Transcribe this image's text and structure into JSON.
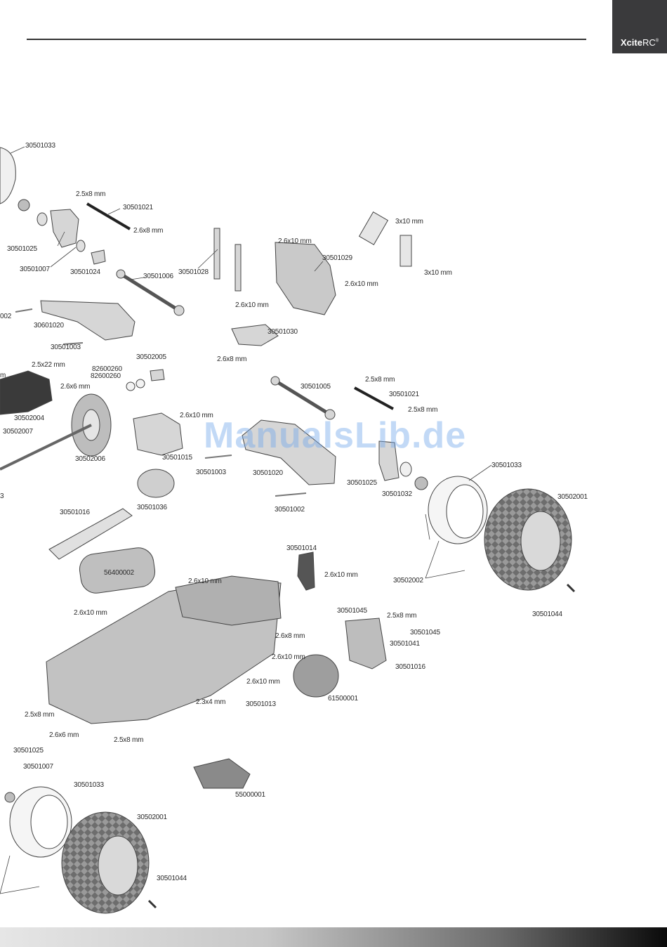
{
  "brand": {
    "name_bold": "Xcite",
    "name_light": "RC",
    "mark": "®"
  },
  "watermark": "ManualsLib.de",
  "labels": [
    "30501033",
    "2.5x8 mm",
    "30501021",
    "2.6x8 mm",
    "30501025",
    "30501007",
    "30501024",
    "30501006",
    "30501028",
    "2.6x10 mm",
    "2.6x10 mm",
    "30501029",
    "2.6x10 mm",
    "3x10 mm",
    "3x10 mm",
    "002",
    "30601020",
    "30501030",
    "30501003",
    "2.6x8 mm",
    "2.5x22 mm",
    "m",
    "2.6x6 mm",
    "82600260",
    "82600260",
    "30502005",
    "30502004",
    "30502007",
    "30502006",
    "2.6x10 mm",
    "30501015",
    "30501003",
    "30501005",
    "2.5x8 mm",
    "30501021",
    "2.5x8 mm",
    "30501020",
    "30501025",
    "30501032",
    "30501033",
    "30502001",
    "30501036",
    "30501002",
    "3",
    "30501016",
    "30501014",
    "2.6x10 mm",
    "56400002",
    "2.6x10 mm",
    "30502002",
    "30501044",
    "2.6x10 mm",
    "30501045",
    "2.5x8 mm",
    "30501045",
    "30501041",
    "2.6x8 mm",
    "2.6x10 mm",
    "30501016",
    "2.6x10 mm",
    "2.3x4 mm",
    "30501013",
    "61500001",
    "2.5x8 mm",
    "2.6x6 mm",
    "2.5x8 mm",
    "30501025",
    "30501007",
    "30501033",
    "55000001",
    "30502001",
    "30501044"
  ]
}
